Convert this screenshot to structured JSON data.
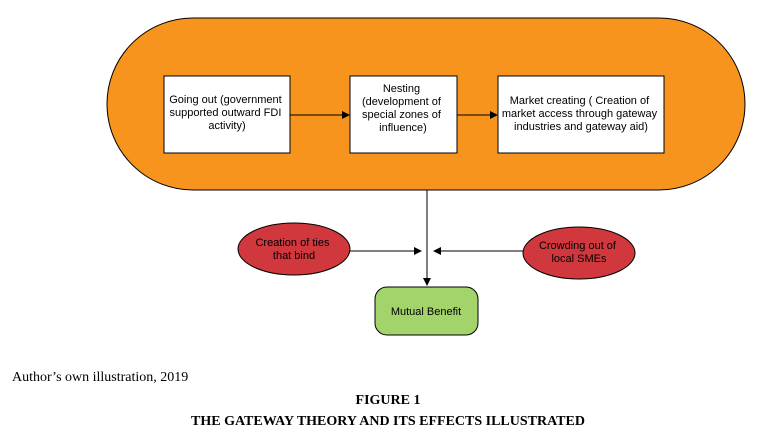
{
  "diagram": {
    "colors": {
      "container_fill": "#f7941d",
      "box_fill": "#ffffff",
      "ellipse_fill": "#d1383d",
      "benefit_fill": "#a3d36b",
      "stroke": "#000000"
    },
    "stages": [
      {
        "lines": [
          "Going out (government",
          "supported outward  FDI",
          "activity)"
        ]
      },
      {
        "lines": [
          "Nesting",
          "(development of",
          "special zones of",
          "influence)"
        ]
      },
      {
        "lines": [
          "Market creating ( Creation of",
          "market access through gateway",
          "industries and gateway aid)"
        ]
      }
    ],
    "effects": {
      "left": {
        "lines": [
          "Creation of ties",
          "that bind"
        ]
      },
      "right": {
        "lines": [
          "Crowding out of",
          "local SMEs"
        ]
      }
    },
    "outcome": {
      "label": "Mutual Benefit"
    }
  },
  "caption": {
    "source": "Author’s own illustration, 2019",
    "figure_number": "FIGURE 1",
    "figure_title": "THE GATEWAY THEORY AND ITS EFFECTS ILLUSTRATED"
  }
}
